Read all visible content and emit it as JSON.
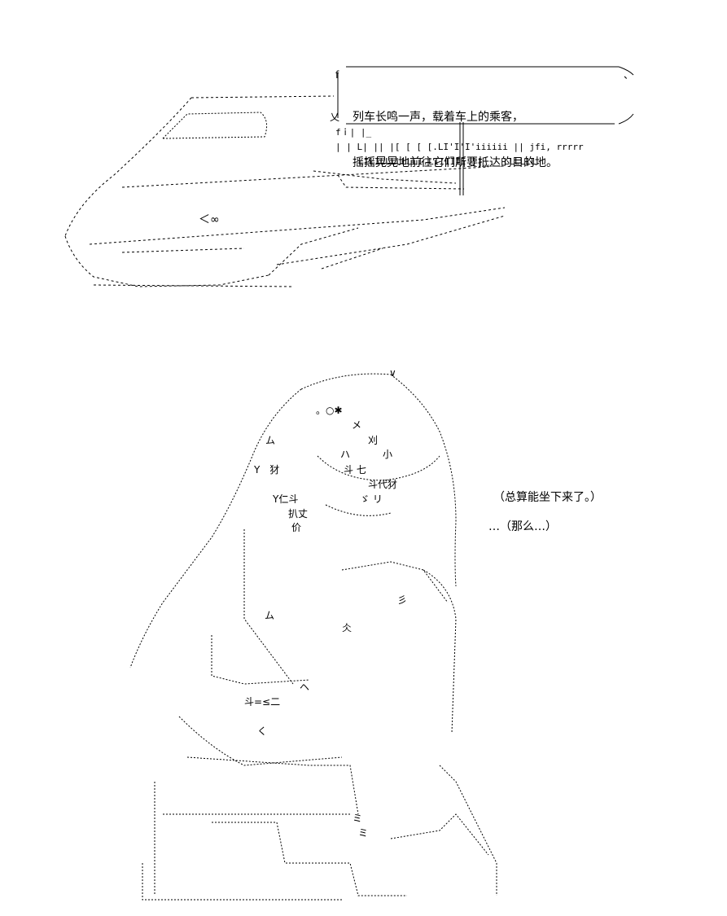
{
  "speech_bubble": {
    "lines": [
      "列车长鸣一声，载着车上的乘客，",
      "摇摇晃晃地前往它们所要抵达的目的地。"
    ]
  },
  "side_text": {
    "line1": "（总算能坐下来了。）",
    "line2": "…（那么…）"
  },
  "train_marks": {
    "front_mark": "＜∞",
    "window_rows": [
      "fｉ| |_",
      "| | L| || |[ [ [ [.LI'I'I'iiiiii || jfi, rrrrr",
      "LILILLLLLLLI.LIIIIII ||____LLLLLL"
    ]
  },
  "girl_marks": {
    "labels": [
      "∨",
      "。○✱",
      "メ",
      "ム",
      "刈",
      "ハ",
      "小",
      "Y　犲",
      "斗 七",
      "斗代犲",
      "Y仁斗",
      "ゞ リ",
      "扒丈",
      "价",
      "ム",
      "仌",
      "ヘ",
      "斗=≤二",
      "く",
      "ミ",
      "ミ",
      "彡"
    ]
  }
}
